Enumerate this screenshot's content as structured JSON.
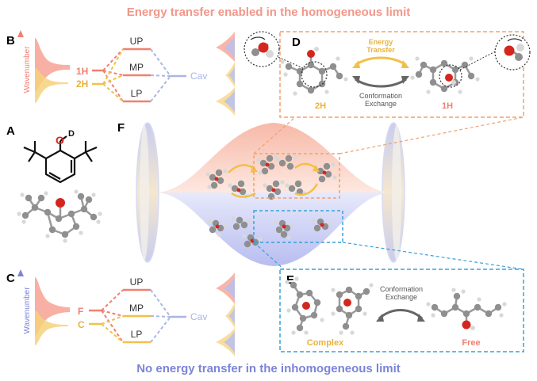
{
  "title_top": "Energy transfer enabled in the homogeneous limit",
  "title_bottom": "No energy transfer in the inhomogeneous limit",
  "colors": {
    "top_title": "#f2978a",
    "bottom_title": "#7b84d8",
    "red": "#f08070",
    "yellow": "#f2c04a",
    "blue": "#a9b6e6",
    "gray": "#555555"
  },
  "panels": {
    "A": "A",
    "B": "B",
    "C": "C",
    "D": "D",
    "E": "E",
    "F": "F"
  },
  "panel_b": {
    "axis_label": "Wavenumber",
    "peak1": "1H",
    "peak2": "2H",
    "up": "UP",
    "mp": "MP",
    "lp": "LP",
    "cav": "Cav"
  },
  "panel_c": {
    "axis_label": "Wavenumber",
    "peak1": "F",
    "peak2": "C",
    "up": "UP",
    "mp": "MP",
    "lp": "LP",
    "cav": "Cav"
  },
  "panel_a": {
    "label_o": "O",
    "label_d": "D"
  },
  "panel_d": {
    "energy_transfer": [
      "Energy",
      "Transfer"
    ],
    "conformation_exchange": [
      "Conformation",
      "Exchange"
    ],
    "left": "2H",
    "right": "1H"
  },
  "panel_e": {
    "conformation_exchange": [
      "Conformation",
      "Exchange"
    ],
    "left": "Complex",
    "right": "Free"
  }
}
